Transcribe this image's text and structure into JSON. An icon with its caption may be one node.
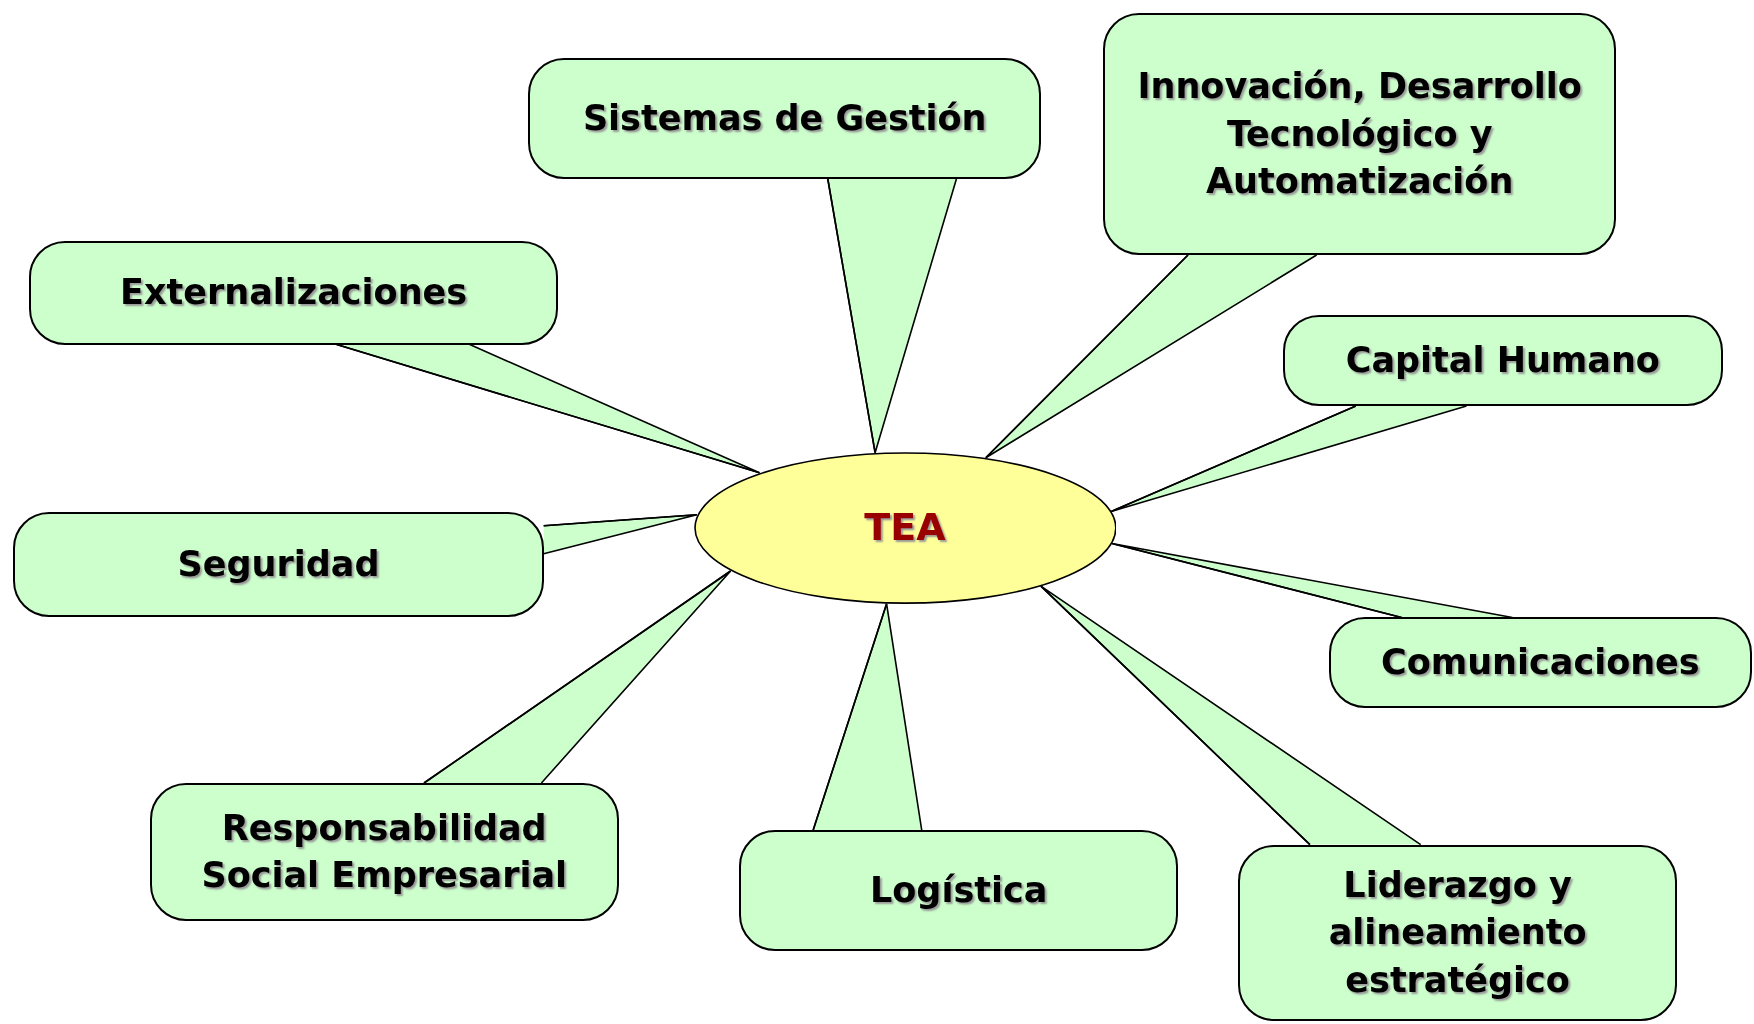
{
  "diagram": {
    "nodes": [
      {
        "text": [
          "TEA"
        ]
      },
      {
        "text": [
          "Sistemas de Gestión"
        ]
      },
      {
        "text": [
          "Innovación, Desarrollo Tecnológico y Automatización"
        ]
      },
      {
        "text": [
          "Externalizaciones"
        ]
      },
      {
        "text": [
          "Capital Humano"
        ]
      },
      {
        "text": [
          "Seguridad"
        ]
      },
      {
        "text": [
          "Comunicaciones"
        ]
      },
      {
        "text": [
          "Responsabilidad Social Empresarial"
        ]
      },
      {
        "text": [
          "Logística"
        ]
      },
      {
        "text": [
          "Liderazgo y alineamiento estratégico"
        ]
      }
    ],
    "edges": [
      {
        "from": 1,
        "to": 0,
        "arrow": "none"
      },
      {
        "from": 2,
        "to": 0,
        "arrow": "none"
      },
      {
        "from": 3,
        "to": 0,
        "arrow": "none"
      },
      {
        "from": 4,
        "to": 0,
        "arrow": "none"
      },
      {
        "from": 5,
        "to": 0,
        "arrow": "none"
      },
      {
        "from": 6,
        "to": 0,
        "arrow": "none"
      },
      {
        "from": 7,
        "to": 0,
        "arrow": "none"
      },
      {
        "from": 8,
        "to": 0,
        "arrow": "none"
      },
      {
        "from": 9,
        "to": 0,
        "arrow": "none"
      }
    ]
  }
}
